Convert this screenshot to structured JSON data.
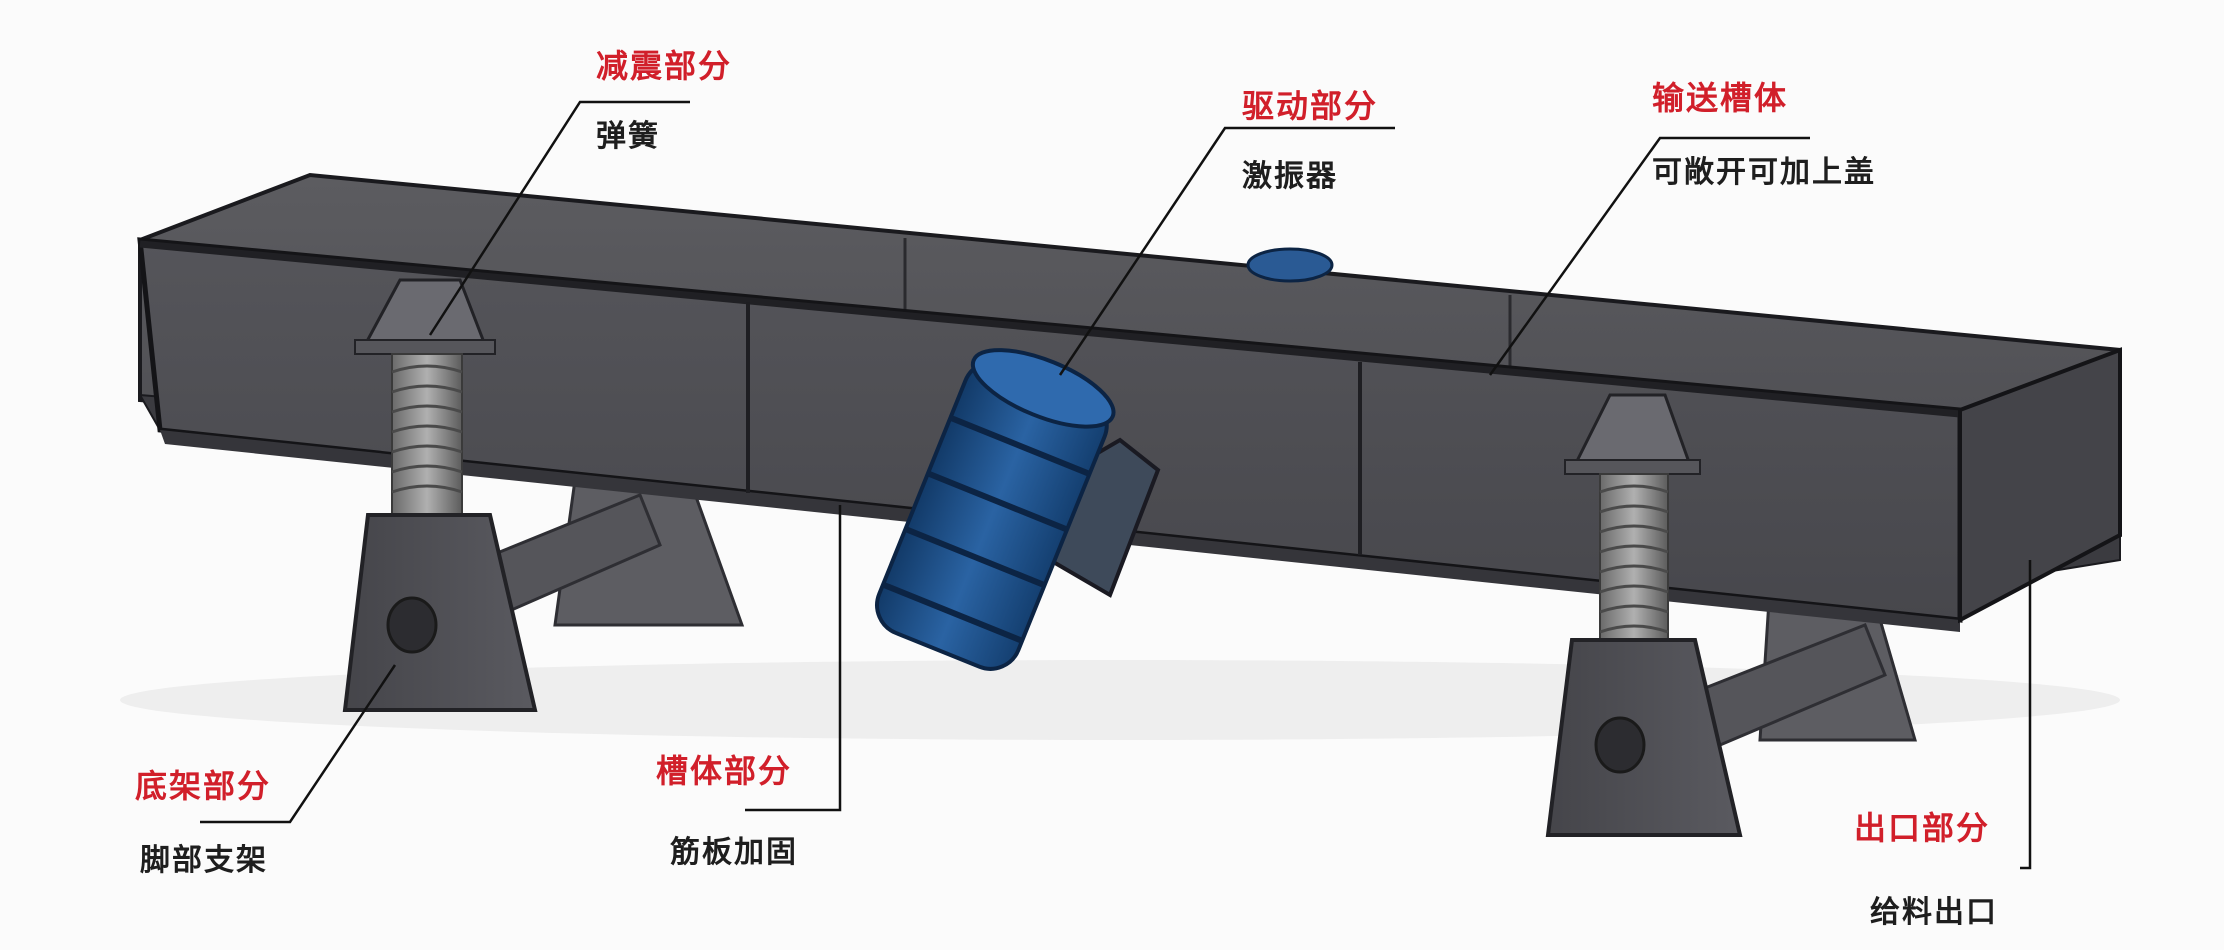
{
  "labels": {
    "damping": {
      "title": "减震部分",
      "sub": "弹簧"
    },
    "drive": {
      "title": "驱动部分",
      "sub": "激振器"
    },
    "trough": {
      "title": "输送槽体",
      "sub": "可敞开可加上盖"
    },
    "base": {
      "title": "底架部分",
      "sub": "脚部支架"
    },
    "body": {
      "title": "槽体部分",
      "sub": "筋板加固"
    },
    "outlet": {
      "title": "出口部分",
      "sub": "给料出口"
    }
  },
  "colors": {
    "title": "#d11f2a",
    "sub": "#1e1e1e",
    "steel": "#4f4f54",
    "steel_dark": "#2e2e33",
    "motor": "#1f4f86",
    "leader": "#111111"
  }
}
